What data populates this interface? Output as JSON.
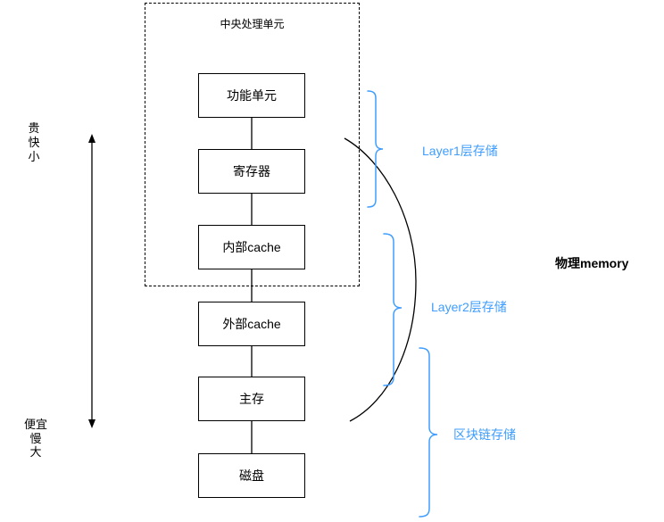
{
  "diagram": {
    "cpu": {
      "title": "中央处理单元"
    },
    "nodes": [
      {
        "label": "功能单元"
      },
      {
        "label": "寄存器"
      },
      {
        "label": "内部cache"
      },
      {
        "label": "外部cache"
      },
      {
        "label": "主存"
      },
      {
        "label": "磁盘"
      }
    ],
    "left_scale": {
      "top": [
        "贵",
        "快",
        "小"
      ],
      "bottom": [
        "便宜",
        "慢",
        "大"
      ]
    },
    "layers": [
      {
        "label": "Layer1层存储"
      },
      {
        "label": "Layer2层存储"
      },
      {
        "label": "区块链存储"
      }
    ],
    "side_note": "物理memory",
    "colors": {
      "accent_blue": "#3e9dff",
      "line_black": "#000000",
      "box_fill": "#ffffff"
    }
  }
}
